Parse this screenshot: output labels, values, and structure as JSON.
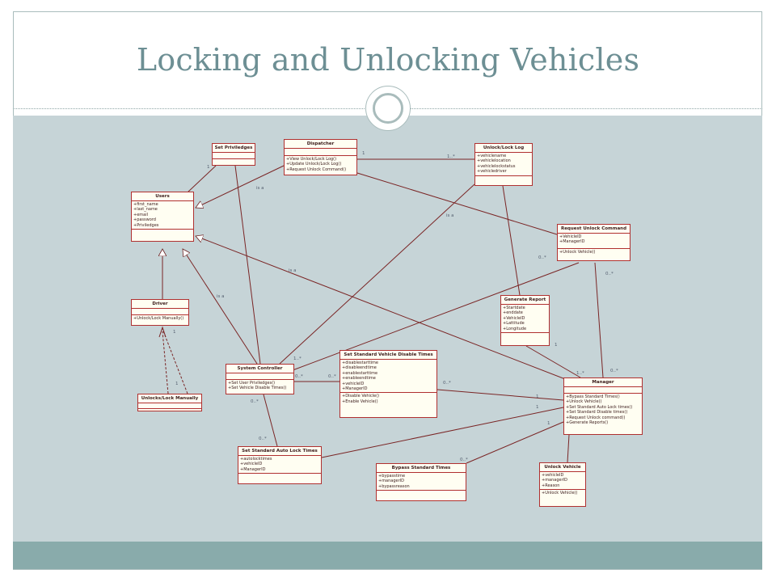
{
  "slide": {
    "title": "Locking and Unlocking Vehicles"
  },
  "classes": {
    "set_privileges": {
      "name": "Set Priviledges",
      "attributes": [],
      "operations": []
    },
    "dispatcher": {
      "name": "Dispatcher",
      "attributes": [],
      "operations": [
        "+View Unlock/Lock Log()",
        "+Update Unlock/Lock Log()",
        "+Request Unlock Command()"
      ]
    },
    "unlock_lock_log": {
      "name": "Unlock/Lock Log",
      "attributes": [
        "+vehiclename",
        "+vehiclelocation",
        "+vehiclelockstatus",
        "+vehicledriver"
      ],
      "operations": []
    },
    "users": {
      "name": "Users",
      "attributes": [
        "+first_name",
        "+last_name",
        "+email",
        "+password",
        "+Priviledges"
      ],
      "operations": []
    },
    "request_unlock_command": {
      "name": "Request Unlock Command",
      "attributes": [
        "+VehicleID",
        "+ManagerID"
      ],
      "operations": [
        "+Unlock Vehicle()"
      ]
    },
    "driver": {
      "name": "Driver",
      "attributes": [],
      "operations": [
        "+Unlock/Lock Manually()"
      ]
    },
    "generate_report": {
      "name": "Generate Report",
      "attributes": [
        "+Startdate",
        "+enddate",
        "+VehicleID",
        "+Lattitude",
        "+Longitude"
      ],
      "operations": []
    },
    "system_controller": {
      "name": "System Controller",
      "attributes": [],
      "operations": [
        "+Set User Priviledges()",
        "+Set Vehicle Disable Times()"
      ]
    },
    "set_std_disable_times": {
      "name": "Set Standard Vehicle Disable Times",
      "attributes": [
        "+disablestarttime",
        "+disableendtime",
        "+enablestarttime",
        "+enableendtime",
        "+vehicleID",
        "+ManagerID"
      ],
      "operations": [
        "+Disable Vehicle()",
        "+Enable Vehicle()"
      ]
    },
    "manager": {
      "name": "Manager",
      "attributes": [],
      "operations": [
        "+Bypass Standard Times()",
        "+Unlock Vehicle()",
        "+Set Standard Auto Lock times()",
        "+Set Standard Disable times()",
        "+Request Unlock command()",
        "+Generate Reports()"
      ]
    },
    "unlocks_lock_manually": {
      "name": "Unlocks/Lock Manually",
      "attributes": [],
      "operations": []
    },
    "set_std_auto_lock_times": {
      "name": "Set Standard Auto Lock Times",
      "attributes": [
        "+autolocktimes",
        "+vehicleID",
        "+ManagerID"
      ],
      "operations": []
    },
    "bypass_standard_times": {
      "name": "Bypass Standard Times",
      "attributes": [
        "+bypasstime",
        "+managerID",
        "+bypassreason"
      ],
      "operations": []
    },
    "unlock_vehicle": {
      "name": "Unlock Vehicle",
      "attributes": [
        "+vehicleID",
        "+managerID",
        "+Reason"
      ],
      "operations": [
        "+Unlock Vehicle()"
      ]
    }
  },
  "multiplicities": {
    "one": "1",
    "one_many": "1..*",
    "zero_many": "0..*",
    "is_a": "is a"
  }
}
